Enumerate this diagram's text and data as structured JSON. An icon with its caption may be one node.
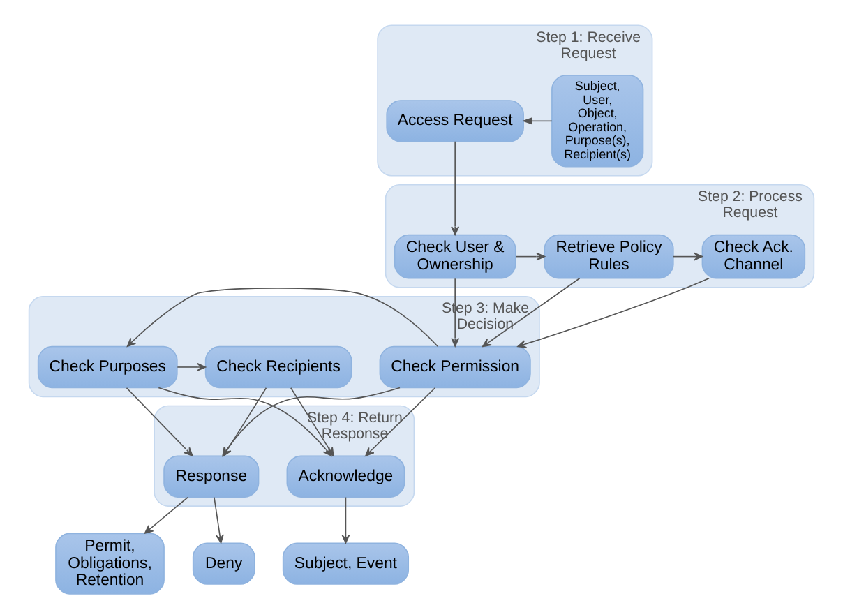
{
  "diagram": {
    "nodes": [
      {
        "text": [
          "Step 1: Receive Request"
        ]
      },
      {
        "text": [
          "Access Request"
        ],
        "in": 0
      },
      {
        "text": [
          "Subject, User, Object, Operation, Purpose(s), Recipient(s)"
        ],
        "in": 0
      },
      {
        "text": [
          "Step 2: Process Request"
        ]
      },
      {
        "text": [
          "Check User & Ownership"
        ],
        "in": 3
      },
      {
        "text": [
          "Retrieve Policy Rules"
        ],
        "in": 3
      },
      {
        "text": [
          "Check Ack. Channel"
        ],
        "in": 3
      },
      {
        "text": [
          "Step 3: Make Decision"
        ]
      },
      {
        "text": [
          "Check Permission"
        ],
        "in": 7
      },
      {
        "text": [
          "Check Purposes"
        ],
        "in": 7
      },
      {
        "text": [
          "Check Recipients"
        ],
        "in": 7
      },
      {
        "text": [
          "Step 4: Return Response"
        ]
      },
      {
        "text": [
          "Response"
        ],
        "in": 11
      },
      {
        "text": [
          "Acknowledge"
        ],
        "in": 11
      },
      {
        "text": [
          "Permit, Obligations, Retention"
        ]
      },
      {
        "text": [
          "Deny"
        ]
      },
      {
        "text": [
          "Subject, Event"
        ]
      }
    ],
    "edges": [
      {
        "from": 2,
        "to": 1,
        "arrow": "to"
      },
      {
        "from": 1,
        "to": 4,
        "arrow": "to"
      },
      {
        "from": 4,
        "to": 5,
        "arrow": "to"
      },
      {
        "from": 5,
        "to": 6,
        "arrow": "to"
      },
      {
        "from": 4,
        "to": 8,
        "arrow": "to"
      },
      {
        "from": 5,
        "to": 8,
        "arrow": "to"
      },
      {
        "from": 6,
        "to": 8,
        "arrow": "to"
      },
      {
        "from": 8,
        "to": 9,
        "arrow": "to"
      },
      {
        "from": 9,
        "to": 10,
        "arrow": "to"
      },
      {
        "from": 8,
        "to": 12,
        "arrow": "to"
      },
      {
        "from": 9,
        "to": 12,
        "arrow": "to"
      },
      {
        "from": 10,
        "to": 12,
        "arrow": "to"
      },
      {
        "from": 8,
        "to": 13,
        "arrow": "to"
      },
      {
        "from": 9,
        "to": 13,
        "arrow": "to"
      },
      {
        "from": 10,
        "to": 13,
        "arrow": "to"
      },
      {
        "from": 12,
        "to": 14,
        "arrow": "to"
      },
      {
        "from": 12,
        "to": 15,
        "arrow": "to"
      },
      {
        "from": 13,
        "to": 16,
        "arrow": "to"
      }
    ]
  }
}
